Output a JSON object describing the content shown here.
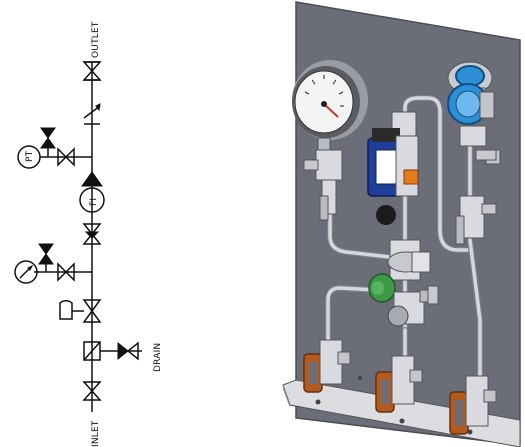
{
  "schematic": {
    "labels": {
      "outlet": "OUTLET",
      "inlet": "INLET",
      "drain": "DRAIN",
      "flow_indicator": "FI",
      "pressure_transmitter": "PT"
    }
  },
  "colors": {
    "panel": "#6b6d78",
    "panel_edge": "#4a4c55",
    "pipe": "#c9ccd2",
    "pipe_dark": "#7b7f88",
    "handwheel_green": "#3e9a45",
    "transmitter_blue": "#2e8fd6",
    "meter_blue": "#1f3f9a",
    "clamp_orange": "#b35a1f",
    "gauge_face": "#f4f4f4"
  }
}
